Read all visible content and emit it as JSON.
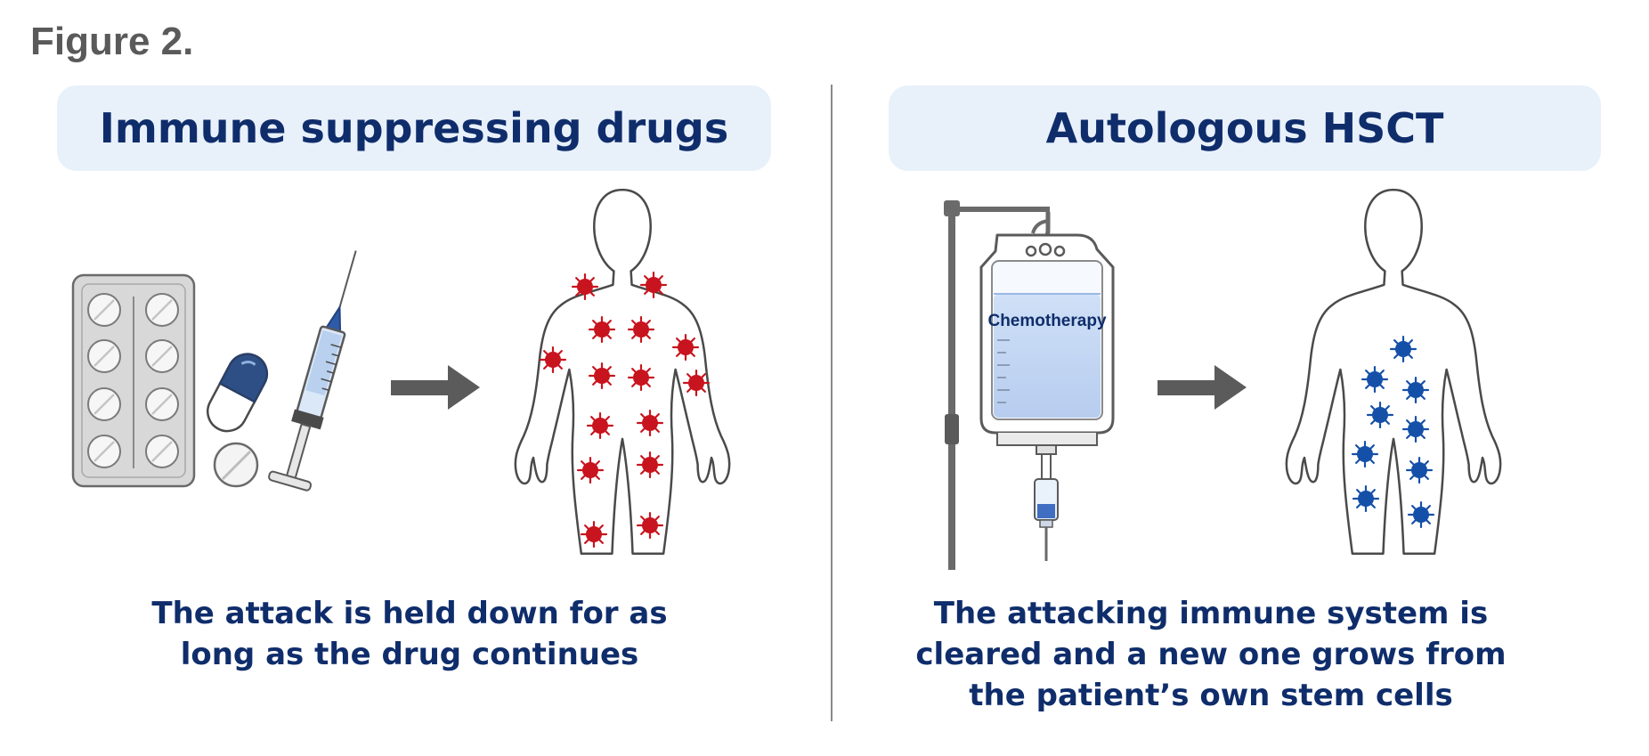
{
  "figure_label": "Figure 2.",
  "left_panel": {
    "title": "Immune suppressing drugs",
    "caption": "The attack is held down for as long as the drug continues",
    "cell_color": "#c8141e"
  },
  "right_panel": {
    "title": "Autologous HSCT",
    "bag_label": "Chemotherapy",
    "caption": "The attacking immune system is cleared and a new one grows from the patient’s own stem cells",
    "cell_color": "#1450a8"
  },
  "icons": [
    "blister-pack-icon",
    "capsule-icon",
    "tablet-icon",
    "syringe-icon",
    "arrow-right-icon",
    "human-body-icon",
    "iv-bag-icon",
    "iv-pole-icon",
    "immune-cell-icon"
  ]
}
